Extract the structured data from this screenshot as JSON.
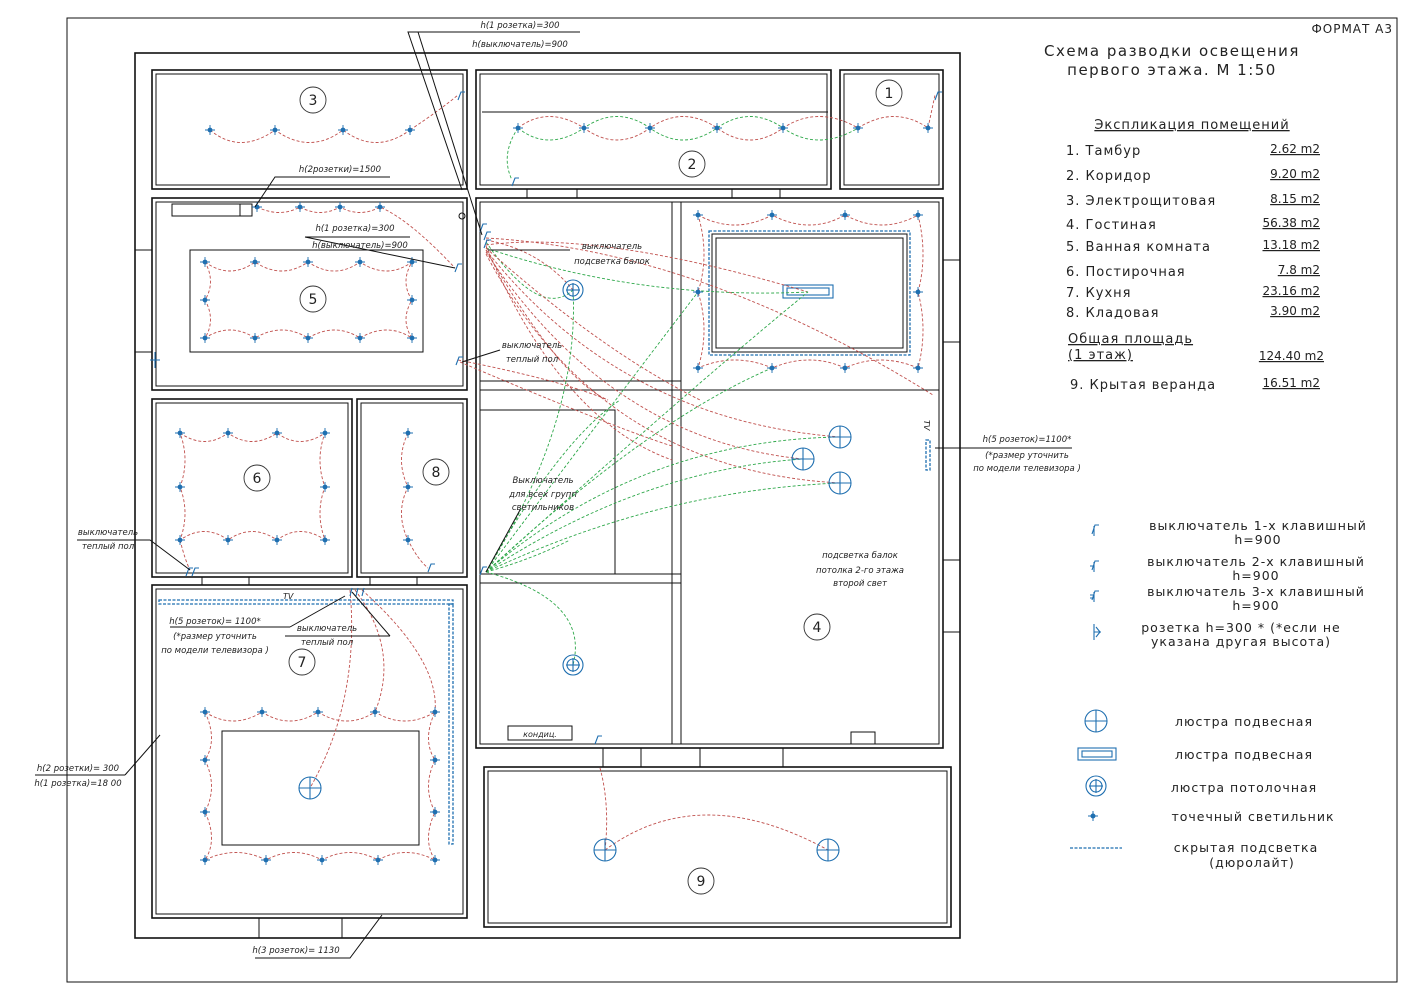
{
  "sheet": {
    "format": "ФОРМАТ А3"
  },
  "title": {
    "line1": "Схема разводки освещения",
    "line2": "первого этажа. М 1:50"
  },
  "explication": {
    "heading": "Экспликация помещений",
    "rooms": [
      {
        "name": "1. Тамбур",
        "area": "2.62 m2"
      },
      {
        "name": "2. Коридор",
        "area": "9.20 m2"
      },
      {
        "name": "3. Электрощитовая",
        "area": "8.15 m2"
      },
      {
        "name": "4. Гостиная",
        "area": "56.38 m2"
      },
      {
        "name": "5. Ванная комната",
        "area": "13.18 m2"
      },
      {
        "name": "6. Постирочная",
        "area": "7.8 m2"
      },
      {
        "name": "7. Кухня",
        "area": "23.16 m2"
      },
      {
        "name": "8. Кладовая",
        "area": "3.90 m2"
      }
    ],
    "total_label_1": "Общая площадь",
    "total_label_2": "(1 этаж)",
    "total_area": "124.40 m2",
    "veranda": {
      "name": "9. Крытая веранда",
      "area": "16.51 m2"
    }
  },
  "room_numbers": [
    "1",
    "2",
    "3",
    "4",
    "5",
    "6",
    "7",
    "8",
    "9"
  ],
  "annotations": {
    "top_a": "h(1 розетка)=300",
    "top_b": "h(выключатель)=900",
    "r3_sockets": "h(2розетки)=1500",
    "r5_a": "h(1 розетка)=300",
    "r5_b": "h(выключатель)=900",
    "beam_switch_1": "выключатель",
    "beam_switch_2": "подсветка балок",
    "floor_switch_r5_1": "выключатель",
    "floor_switch_r5_2": "теплый пол",
    "all_groups_1": "Выключатель",
    "all_groups_2": "для всех групп",
    "all_groups_3": "светильников",
    "floor_switch_r6_1": "выключатель",
    "floor_switch_r6_2": "теплый пол",
    "tv_right_1": "h(5 розеток)=1100*",
    "tv_right_2": "(*размер уточнить",
    "tv_right_3": "по модели телевизора )",
    "beam_light_1": "подсветка балок",
    "beam_light_2": "потолка 2-го этажа",
    "beam_light_3": "второй свет",
    "tv_left_1": "h(5 розеток)= 1100*",
    "tv_left_2": "(*размер уточнить",
    "tv_left_3": "по модели телевизора )",
    "floor_switch_r7_1": "выключатель",
    "floor_switch_r7_2": "теплый пол",
    "left_sockets_1": "h(2 розетки)= 300",
    "left_sockets_2": "h(1 розетка)=18 00",
    "bottom_sockets": "h(3 розеток)= 1130",
    "ac": "кондиц.",
    "tv": "TV"
  },
  "legend": [
    {
      "icon": "switch-1-icon",
      "text1": "выключатель 1-х клавишный",
      "text2": "h=900"
    },
    {
      "icon": "switch-2-icon",
      "text1": "выключатель 2-х клавишный",
      "text2": "h=900"
    },
    {
      "icon": "switch-3-icon",
      "text1": "выключатель 3-х клавишный",
      "text2": "h=900"
    },
    {
      "icon": "socket-icon",
      "text1": "розетка h=300 * (*если не",
      "text2": "указана другая высота)"
    },
    {
      "icon": "pendant-chandelier-icon",
      "text1": "люстра подвесная"
    },
    {
      "icon": "pendant-rect-chandelier-icon",
      "text1": "люстра подвесная"
    },
    {
      "icon": "ceiling-chandelier-icon",
      "text1": "люстра потолочная"
    },
    {
      "icon": "spot-light-icon",
      "text1": "точечный светильник"
    },
    {
      "icon": "hidden-light-strip-icon",
      "text1": "скрытая подсветка",
      "text2": "(дюролайт)"
    }
  ],
  "colors": {
    "wire_red": "#c0504d",
    "wire_green": "#2ea84a",
    "fixture_blue": "#1f6fb0"
  }
}
